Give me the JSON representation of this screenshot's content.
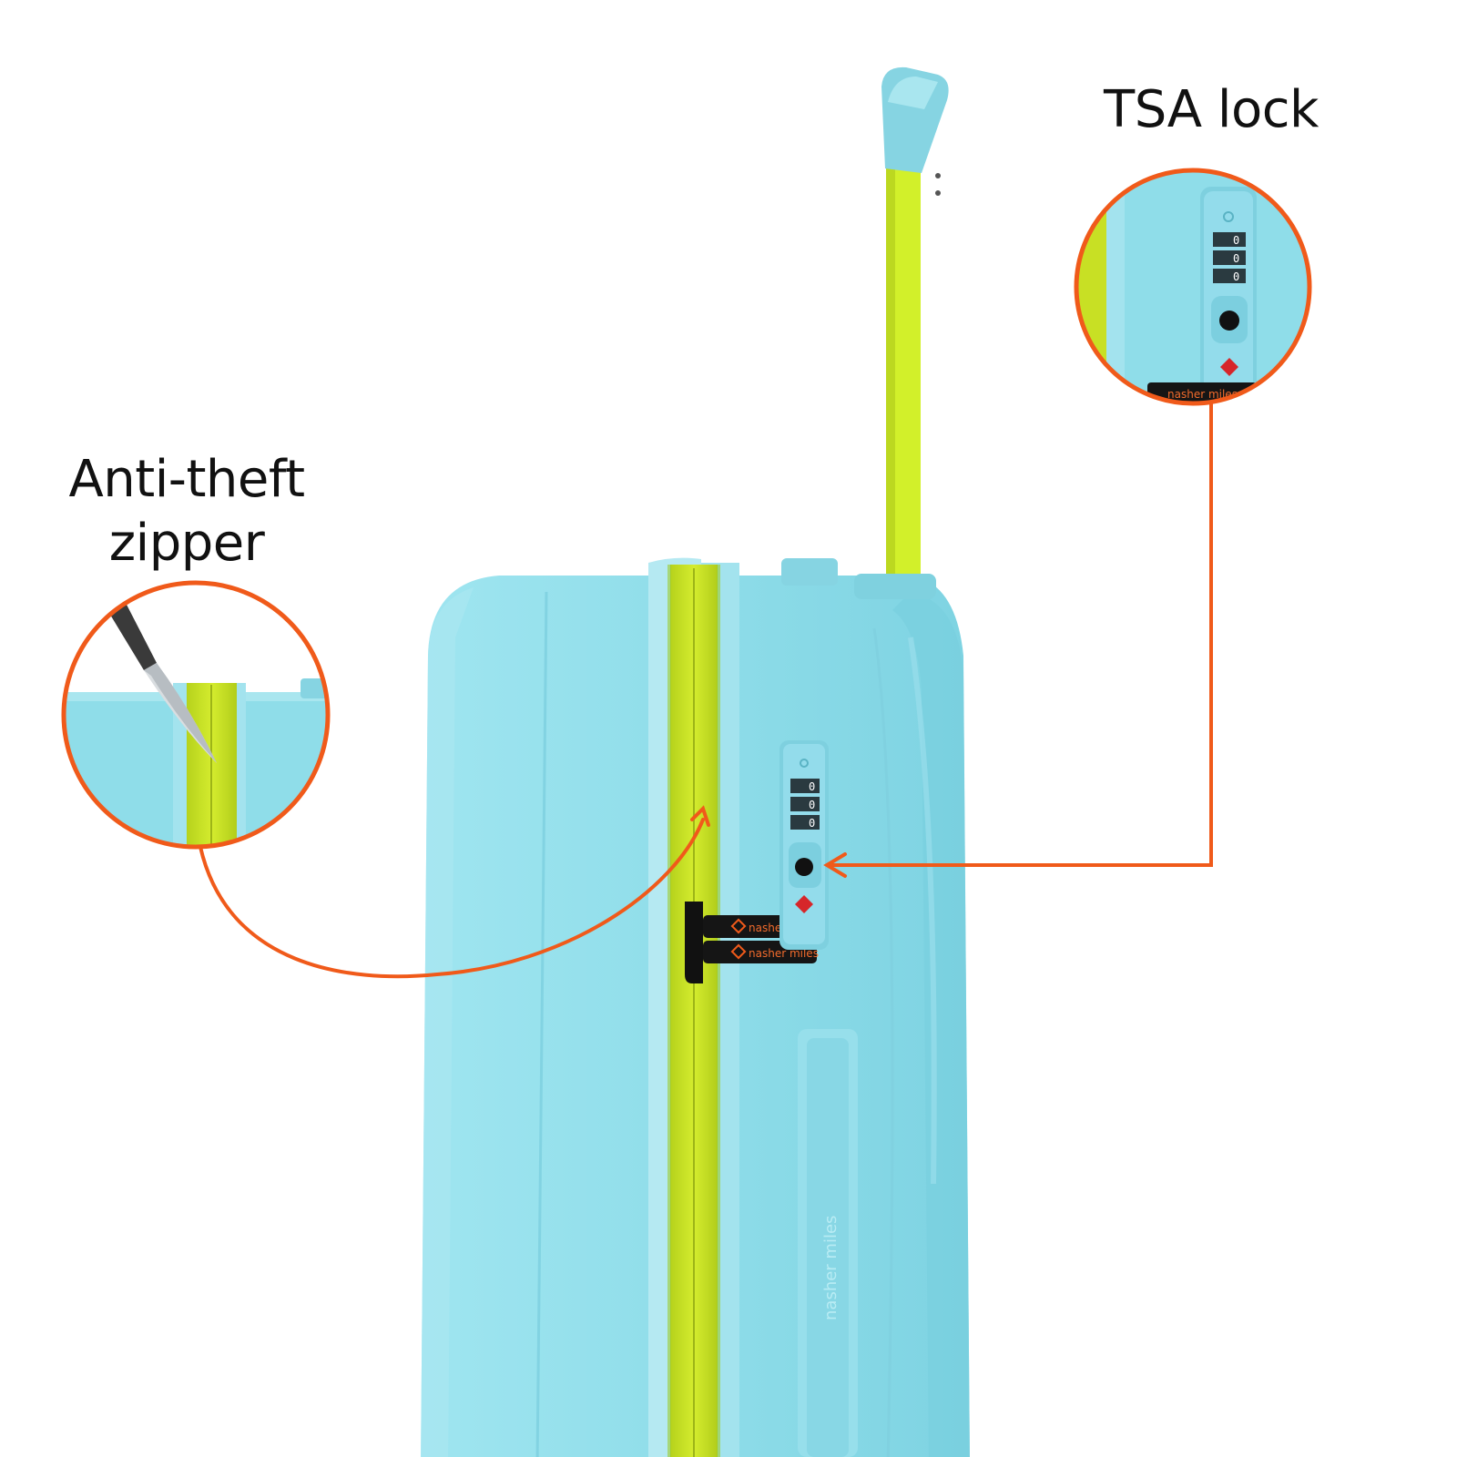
{
  "callouts": {
    "tsa_lock": {
      "label": "TSA lock"
    },
    "anti_theft_zipper": {
      "line1": "Anti-theft",
      "line2": "zipper"
    }
  },
  "brand": {
    "name": "nasher miles"
  },
  "lock": {
    "dials": [
      "0",
      "0",
      "0"
    ]
  },
  "colors": {
    "shell": "#8fdde9",
    "shell_shadow": "#6cc6d6",
    "zipper": "#c8e024",
    "handle_bar": "#d2f02a",
    "callout_line": "#f05a1a",
    "text": "#111111"
  },
  "icons": [
    "tsa-diamond-icon",
    "brand-logo-icon",
    "knife-icon",
    "keyhole-icon"
  ]
}
